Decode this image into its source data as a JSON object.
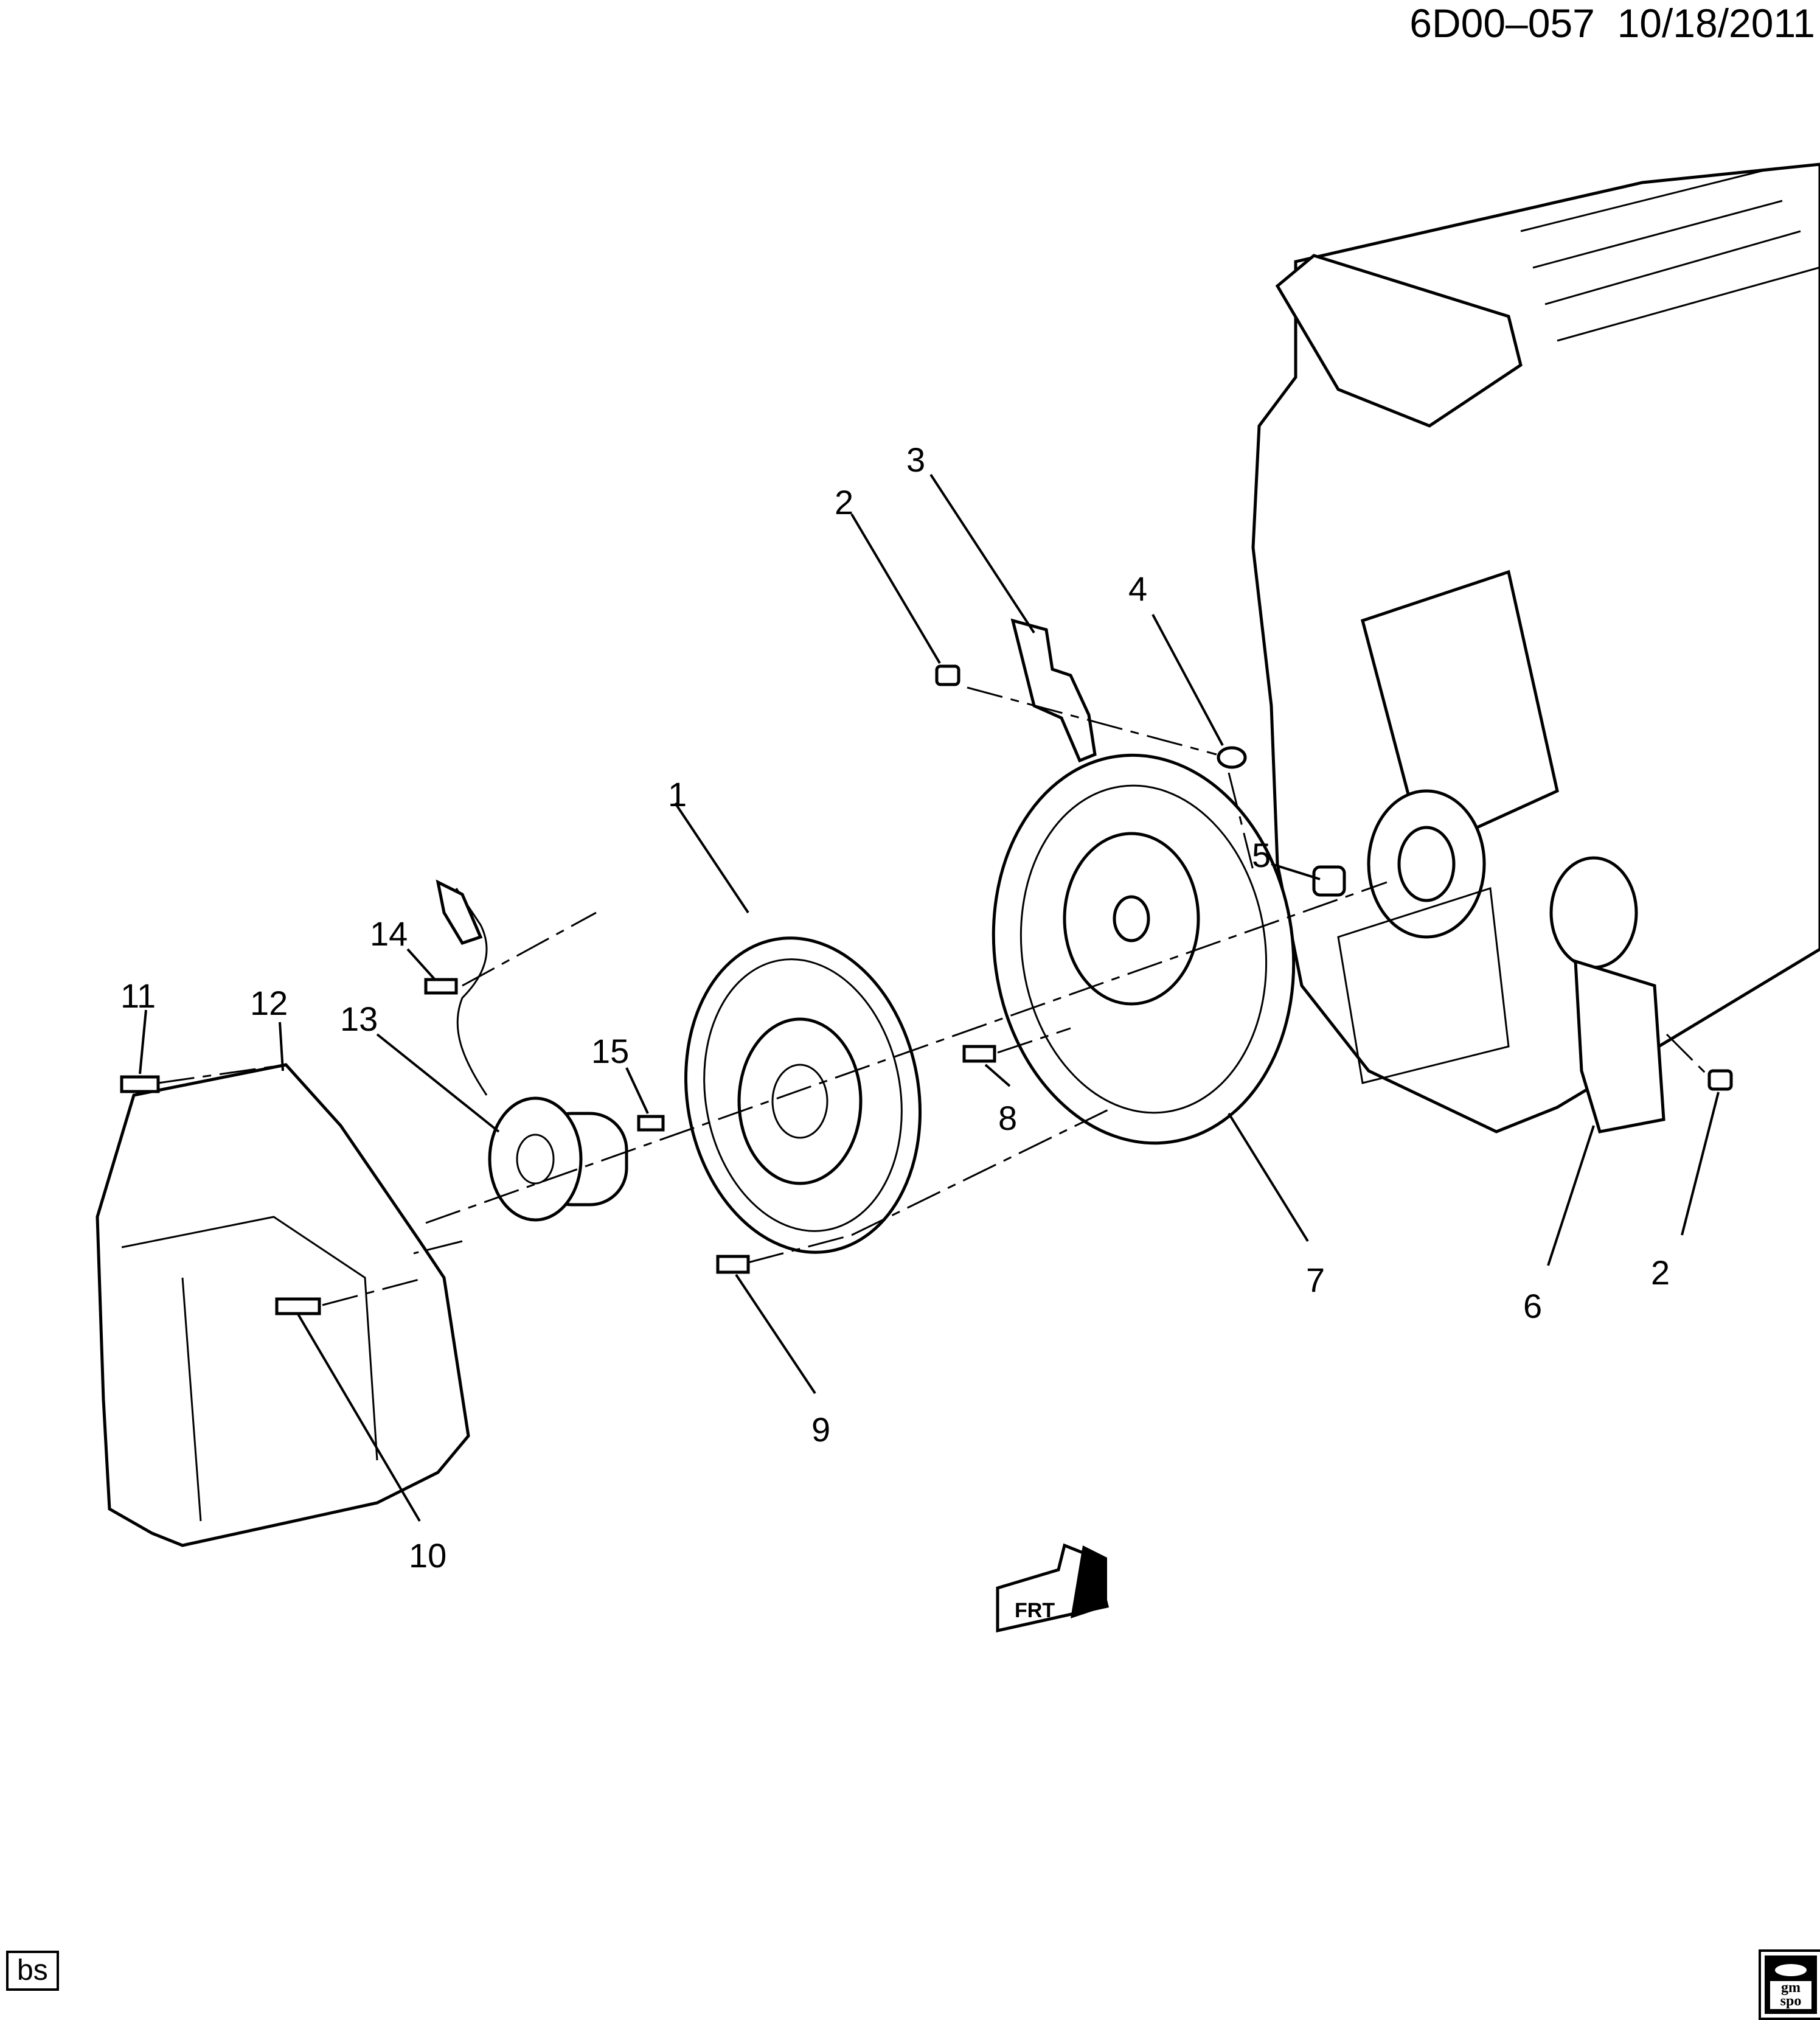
{
  "header": {
    "diagram_id": "6D00–057",
    "date": "10/18/2011"
  },
  "footer": {
    "initials": "bs",
    "logo_text": [
      "gm",
      "spo"
    ]
  },
  "callouts": [
    {
      "id": "c1",
      "label": "1"
    },
    {
      "id": "c2a",
      "label": "2"
    },
    {
      "id": "c3",
      "label": "3"
    },
    {
      "id": "c4",
      "label": "4"
    },
    {
      "id": "c5",
      "label": "5"
    },
    {
      "id": "c6",
      "label": "6"
    },
    {
      "id": "c7",
      "label": "7"
    },
    {
      "id": "c8",
      "label": "8"
    },
    {
      "id": "c9",
      "label": "9"
    },
    {
      "id": "c10",
      "label": "10"
    },
    {
      "id": "c11",
      "label": "11"
    },
    {
      "id": "c12",
      "label": "12"
    },
    {
      "id": "c13",
      "label": "13"
    },
    {
      "id": "c14",
      "label": "14"
    },
    {
      "id": "c15",
      "label": "15"
    },
    {
      "id": "c2b",
      "label": "2"
    }
  ],
  "front_indicator": "FRT"
}
